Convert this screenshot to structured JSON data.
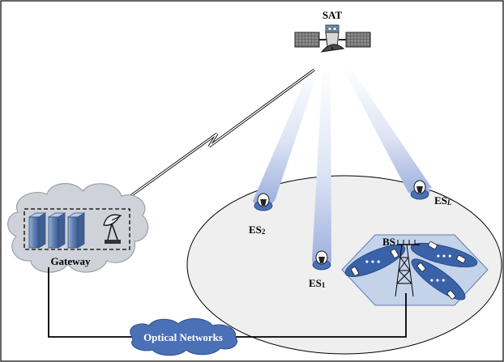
{
  "labels": {
    "satellite": "SAT",
    "gateway": "Gateway",
    "optical": "Optical Networks",
    "base_station": "BS",
    "es1_main": "ES",
    "es1_sub": "1",
    "es2_main": "ES",
    "es2_sub": "2",
    "esl_main": "ES",
    "esl_sub": "L"
  },
  "colors": {
    "cloud_fill": "#cfd3d9",
    "earth_fill": "#efefef",
    "beam_light": "#e4e9f6",
    "beam_dark": "#a6b6e2",
    "hex_fill": "#c4d2ea",
    "phone_cell": "#3a62a8",
    "optical_cloud": "#4a70b6",
    "server": "#6f8fbf",
    "solar_panel": "#7d7d7d"
  },
  "icons": {
    "satellite": "satellite-icon",
    "gateway_servers": "server-rack-icon",
    "gateway_dish": "satellite-dish-icon",
    "base_station": "cell-tower-icon",
    "earth_station": "earth-station-dish-icon",
    "phone": "mobile-phone-icon"
  }
}
